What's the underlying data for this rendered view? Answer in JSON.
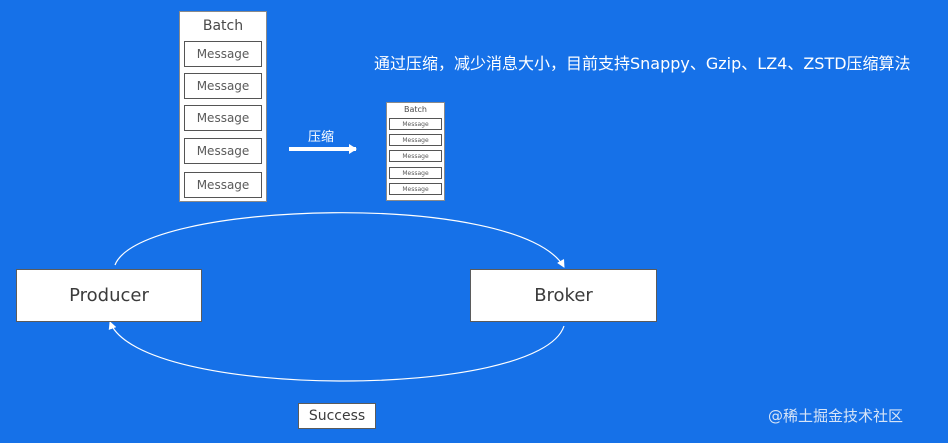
{
  "headline": "通过压缩，减少消息大小，目前支持Snappy、Gzip、LZ4、ZSTD压缩算法",
  "compress_label": "压缩",
  "batch_large": {
    "title": "Batch",
    "messages": [
      "Message",
      "Message",
      "Message",
      "Message",
      "Message"
    ]
  },
  "batch_small": {
    "title": "Batch",
    "messages": [
      "Message",
      "Message",
      "Message",
      "Message",
      "Message"
    ]
  },
  "producer_label": "Producer",
  "broker_label": "Broker",
  "success_label": "Success",
  "watermark": "@稀土掘金技术社区",
  "colors": {
    "background": "#1671e8",
    "box_fill": "#ffffff",
    "line": "#ffffff"
  }
}
